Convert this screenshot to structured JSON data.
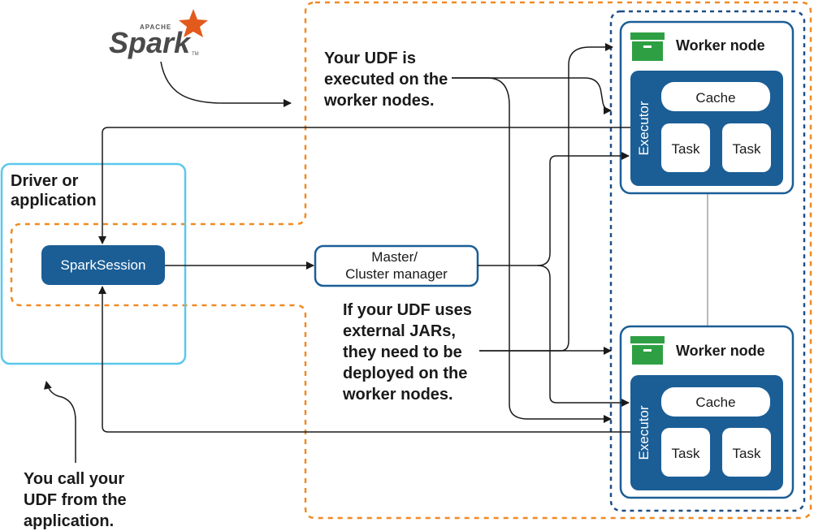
{
  "logo": {
    "apache_text": "APACHE",
    "spark_text": "Spark",
    "tm": "TM"
  },
  "notes": {
    "udf_executed": [
      "Your UDF is",
      "executed on the",
      "worker nodes."
    ],
    "external_jars": [
      "If your UDF uses",
      "external JARs,",
      "they need to be",
      "deployed on the",
      "worker nodes."
    ],
    "you_call": [
      "You call your",
      "UDF from the",
      "application."
    ]
  },
  "driver": {
    "title_lines": [
      "Driver or",
      "application"
    ],
    "session_label": "SparkSession"
  },
  "master": {
    "lines": [
      "Master/",
      "Cluster manager"
    ]
  },
  "workers": [
    {
      "title": "Worker node",
      "executor_label": "Executor",
      "cache_label": "Cache",
      "tasks": [
        "Task",
        "Task"
      ]
    },
    {
      "title": "Worker node",
      "executor_label": "Executor",
      "cache_label": "Cache",
      "tasks": [
        "Task",
        "Task"
      ]
    }
  ],
  "colors": {
    "spark_blue": "#1b5e96",
    "driver_border": "#5bc8ec",
    "orange_dash": "#f08a24",
    "navy_dash": "#1d4f86",
    "worker_green": "#2ea043",
    "spark_star": "#e25a1c",
    "line": "#1a1a1a",
    "worker_link": "#bbbbbb"
  }
}
